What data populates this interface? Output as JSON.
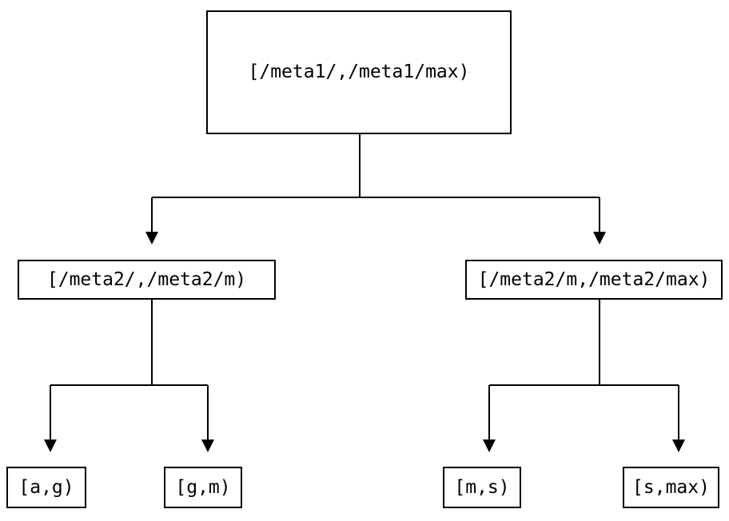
{
  "colors": {
    "background": "#ffffff",
    "line": "#000000",
    "box_border": "#000000",
    "text": "#000000"
  },
  "tree": {
    "root": {
      "label": "[/meta1/,/meta1/max)",
      "children": [
        {
          "label": "[/meta2/,/meta2/m)",
          "children": [
            {
              "label": "[a,g)"
            },
            {
              "label": "[g,m)"
            }
          ]
        },
        {
          "label": "[/meta2/m,/meta2/max)",
          "children": [
            {
              "label": "[m,s)"
            },
            {
              "label": "[s,max)"
            }
          ]
        }
      ]
    }
  }
}
